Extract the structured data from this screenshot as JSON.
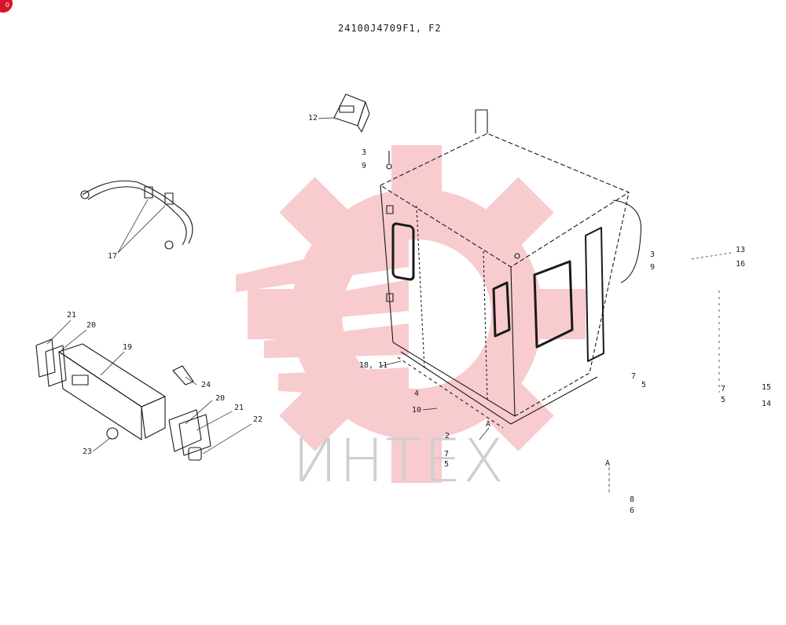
{
  "badge_text": "0",
  "drawing_number": "24100J4709F1, F2",
  "watermark_text": "ИНТЕХ",
  "colors": {
    "watermark_red": "#f7c2c6",
    "ink": "#1a1a1a",
    "badge": "#d8142c"
  },
  "callouts": {
    "c12": "12",
    "c3a": "3",
    "c9a": "9",
    "c17": "17",
    "c13": "13",
    "c16": "16",
    "c3b": "3",
    "c9b": "9",
    "c21a": "21",
    "c20a": "20",
    "c19": "19",
    "c24": "24",
    "c20b": "20",
    "c21b": "21",
    "c22": "22",
    "c23": "23",
    "c1811": "18, 11",
    "c4": "4",
    "c10": "10",
    "c2": "2",
    "cA1": "A",
    "c7a": "7",
    "c5a": "5",
    "c7b": "7",
    "c5b": "5",
    "c7c": "7",
    "c5c": "5",
    "c15": "15",
    "c14": "14",
    "cA2": "A",
    "c8": "8",
    "c6": "6"
  }
}
